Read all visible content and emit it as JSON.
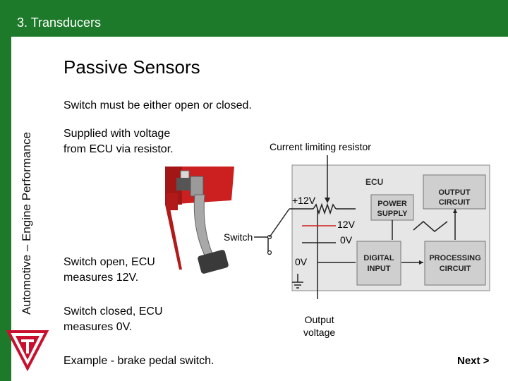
{
  "header": {
    "title": "3. Transducers"
  },
  "sidebar": {
    "vertical_text": "Automotive – Engine Performance"
  },
  "slide": {
    "heading": "Passive Sensors",
    "intro": "Switch must be either open or closed.",
    "supplied_line1": "Supplied with voltage",
    "supplied_line2": "from ECU via resistor.",
    "open_line1": "Switch open, ECU",
    "open_line2": "measures 12V.",
    "closed_line1": "Switch closed, ECU",
    "closed_line2": "measures 0V.",
    "example": "Example - brake pedal switch."
  },
  "diagram": {
    "resistor_label": "Current limiting resistor",
    "ecu_label": "ECU",
    "supply_label": "+12V",
    "switch_label": "Switch",
    "level_12v": "12V",
    "level_0v": "0V",
    "ground_label": "0V",
    "output_line1": "Output",
    "output_line2": "voltage",
    "power_supply_line1": "POWER",
    "power_supply_line2": "SUPPLY",
    "output_circuit_line1": "OUTPUT",
    "output_circuit_line2": "CIRCUIT",
    "digital_input_line1": "DIGITAL",
    "digital_input_line2": "INPUT",
    "processing_line1": "PROCESSING",
    "processing_line2": "CIRCUIT"
  },
  "nav": {
    "next_label": "Next >"
  },
  "colors": {
    "brand_green": "#1d7a2a",
    "logo_red": "#c8102e",
    "pedal_red": "#cc1f1f",
    "ecu_gray": "#e6e6e6",
    "block_gray": "#cfcfcf"
  }
}
